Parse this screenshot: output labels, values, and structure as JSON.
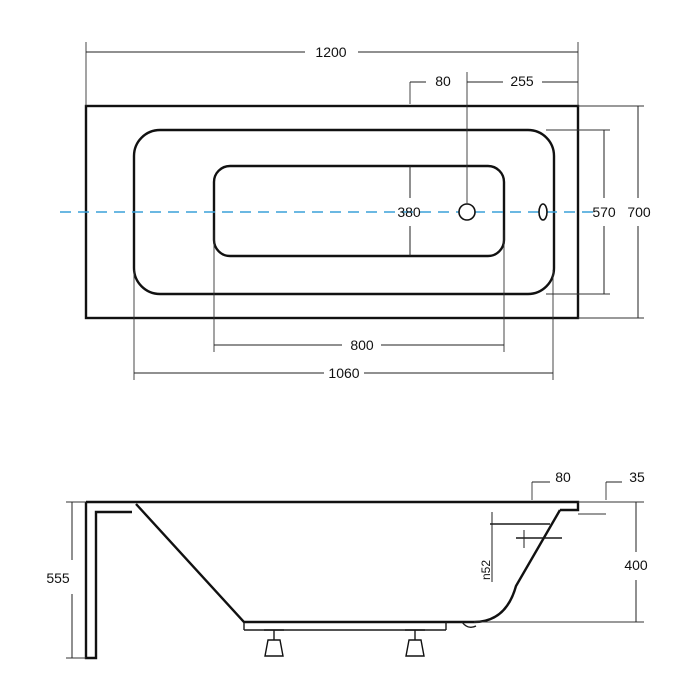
{
  "top_view": {
    "dimensions": {
      "overall_length": "1200",
      "overflow_offset": "80",
      "drain_offset": "255",
      "inner_width": "380",
      "basin_width": "570",
      "overall_width": "700",
      "inner_length": "800",
      "basin_length": "1060"
    }
  },
  "side_view": {
    "dimensions": {
      "rim_offset": "80",
      "rim_thickness": "35",
      "total_height": "555",
      "tub_depth": "400",
      "overflow_label": "n52"
    }
  },
  "colors": {
    "line": "#1a1a1a",
    "centerline": "#3aa0d8"
  }
}
